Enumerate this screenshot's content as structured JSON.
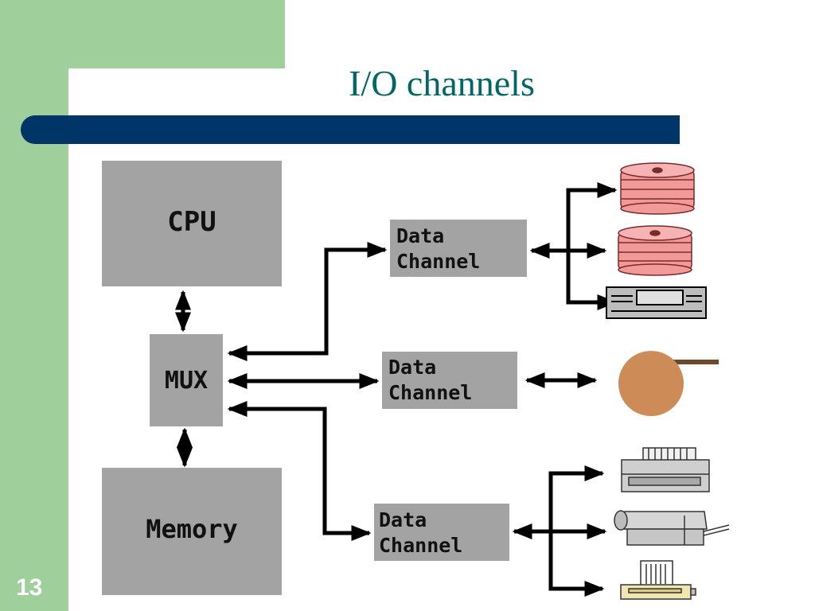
{
  "slide": {
    "title": "I/O channels",
    "page_number": "13"
  },
  "diagram": {
    "cpu_label": "CPU",
    "mux_label": "MUX",
    "memory_label": "Memory",
    "channels": [
      {
        "line1": "Data",
        "line2": "Channel"
      },
      {
        "line1": "Data",
        "line2": "Channel"
      },
      {
        "line1": "Data",
        "line2": "Channel"
      }
    ]
  },
  "colors": {
    "sidebar_green": "#9fcf9a",
    "title_bar": "#003567",
    "title_text": "#006666",
    "block_gray": "#a3a3a3",
    "disk_pink": "#f29a9a",
    "tape_brown": "#cd8c57"
  },
  "icons": [
    "disk-icon",
    "disk-icon",
    "terminal-icon",
    "tape-reel-icon",
    "printer-icon",
    "copier-icon",
    "dot-matrix-printer-icon"
  ]
}
